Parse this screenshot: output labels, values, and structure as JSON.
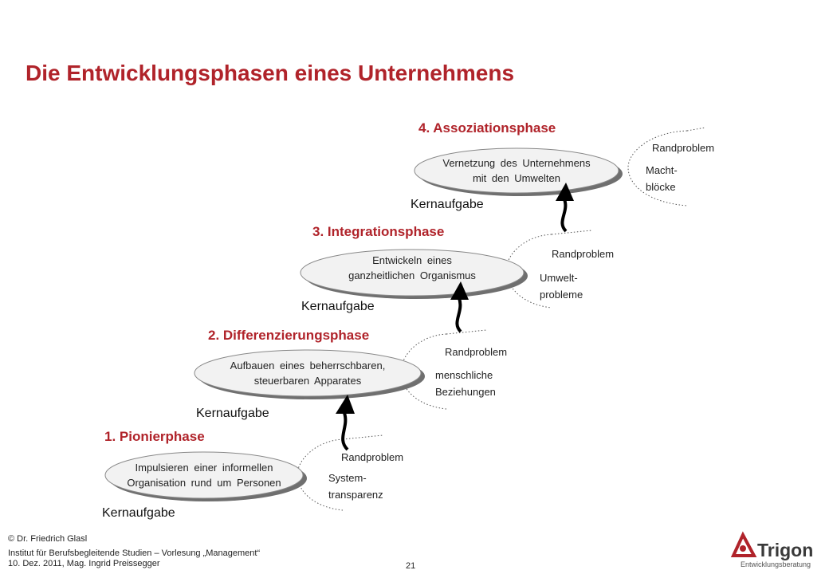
{
  "title": "Die Entwicklungsphasen eines Unternehmens",
  "kernaufgabe_label": "Kernaufgabe",
  "randproblem_label": "Randproblem",
  "phases": [
    {
      "title": "1. Pionierphase",
      "task_line1": "Impulsieren einer informellen",
      "task_line2": "Organisation rund um Personen",
      "problem_line1": "System-",
      "problem_line2": "transparenz"
    },
    {
      "title": "2. Differenzierungsphase",
      "task_line1": "Aufbauen eines beherrschbaren,",
      "task_line2": "steuerbaren Apparates",
      "problem_line1": "menschliche",
      "problem_line2": "Beziehungen"
    },
    {
      "title": "3. Integrationsphase",
      "task_line1": "Entwickeln eines",
      "task_line2": "ganzheitlichen Organismus",
      "problem_line1": "Umwelt-",
      "problem_line2": "probleme"
    },
    {
      "title": "4. Assoziationsphase",
      "task_line1": "Vernetzung des Unternehmens",
      "task_line2": "mit den Umwelten",
      "problem_line1": "Macht-",
      "problem_line2": "blöcke"
    }
  ],
  "footer": {
    "author": "© Dr. Friedrich Glasl",
    "institute": "Institut für Berufsbegleitende Studien – Vorlesung „Management“",
    "date": "10. Dez. 2011, Mag. Ingrid Preissegger",
    "page_number": "21"
  },
  "logo": {
    "name": "Trigon",
    "subtitle": "Entwicklungsberatung"
  },
  "colors": {
    "accent": "#b0232a",
    "ellipse_fill": "#f2f2f2",
    "ellipse_shadow": "#6f6f6f"
  }
}
